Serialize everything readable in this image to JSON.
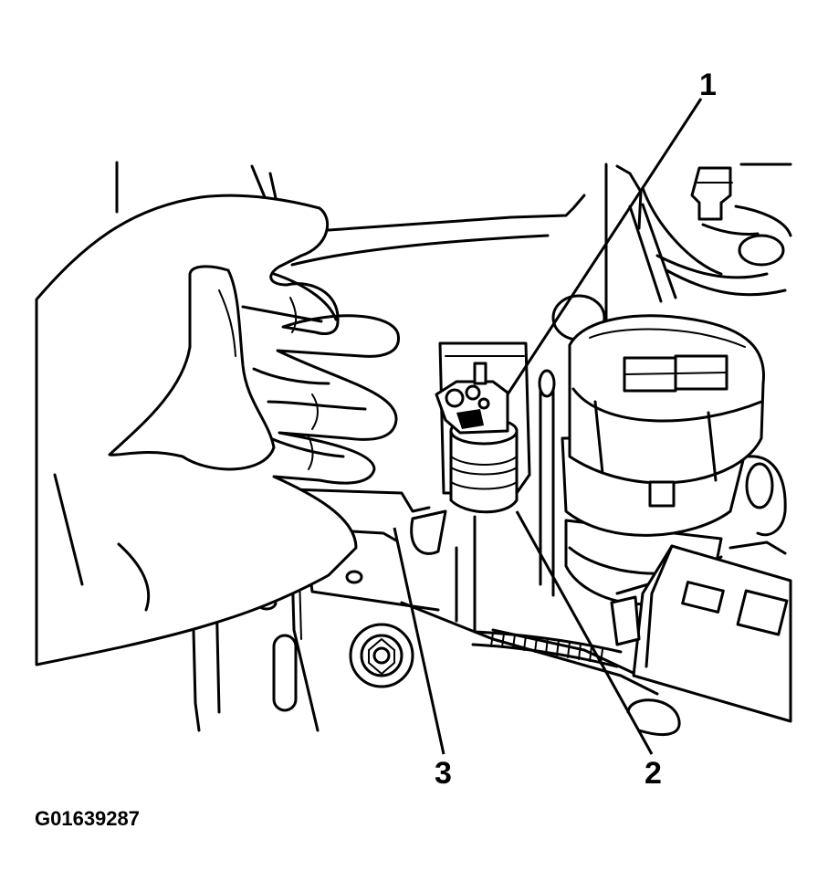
{
  "figure": {
    "figure_id": "G01639287",
    "callouts": [
      {
        "number": "1"
      },
      {
        "number": "2"
      },
      {
        "number": "3"
      }
    ]
  }
}
